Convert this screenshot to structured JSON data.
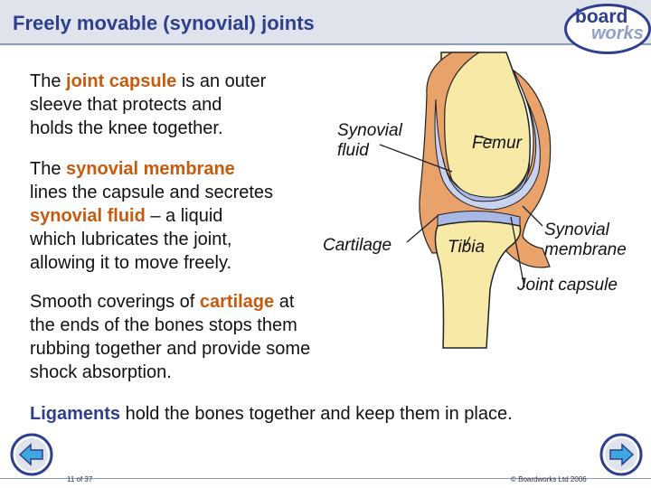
{
  "slide": {
    "title": "Freely movable (synovial) joints",
    "logo_top": "board",
    "logo_bottom": "works",
    "para1_a": "The ",
    "para1_hl": "joint capsule",
    "para1_b": " is an outer",
    "para1_line2": "sleeve that protects and",
    "para1_line3": "holds the knee together.",
    "para2_a": "The ",
    "para2_hl": "synovial membrane",
    "para2_line2": "lines the capsule and secretes",
    "para2_hl2": "synovial fluid",
    "para2_b": " – a liquid",
    "para2_line4": "which lubricates the joint,",
    "para2_line5": "allowing it to move freely.",
    "para3_a": "Smooth coverings of ",
    "para3_hl": "cartilage",
    "para3_b": " at",
    "para3_line2": "the ends of the bones stops them",
    "para3_line3": "rubbing together and provide some",
    "para3_line4": "shock absorption.",
    "lig_hl": "Ligaments",
    "lig_rest": " hold the bones together and keep them in place."
  },
  "diagram": {
    "label_synovial_fluid_1": "Synovial",
    "label_synovial_fluid_2": "fluid",
    "label_femur": "Femur",
    "label_cartilage": "Cartilage",
    "label_tibia": "Tibia",
    "label_membrane_1": "Synovial",
    "label_membrane_2": "membrane",
    "label_joint_capsule": "Joint capsule"
  },
  "footer": {
    "page": "11 of 37",
    "copyright": "© Boardworks Ltd 2006"
  },
  "colors": {
    "title": "#2e3f8f",
    "highlight": "#c85a0e",
    "bone": "#f7e9a6",
    "cartilage": "#c9d3f0",
    "capsule": "#e8a26a"
  },
  "icons": {
    "prev": "back-arrow-icon",
    "next": "forward-arrow-icon"
  }
}
